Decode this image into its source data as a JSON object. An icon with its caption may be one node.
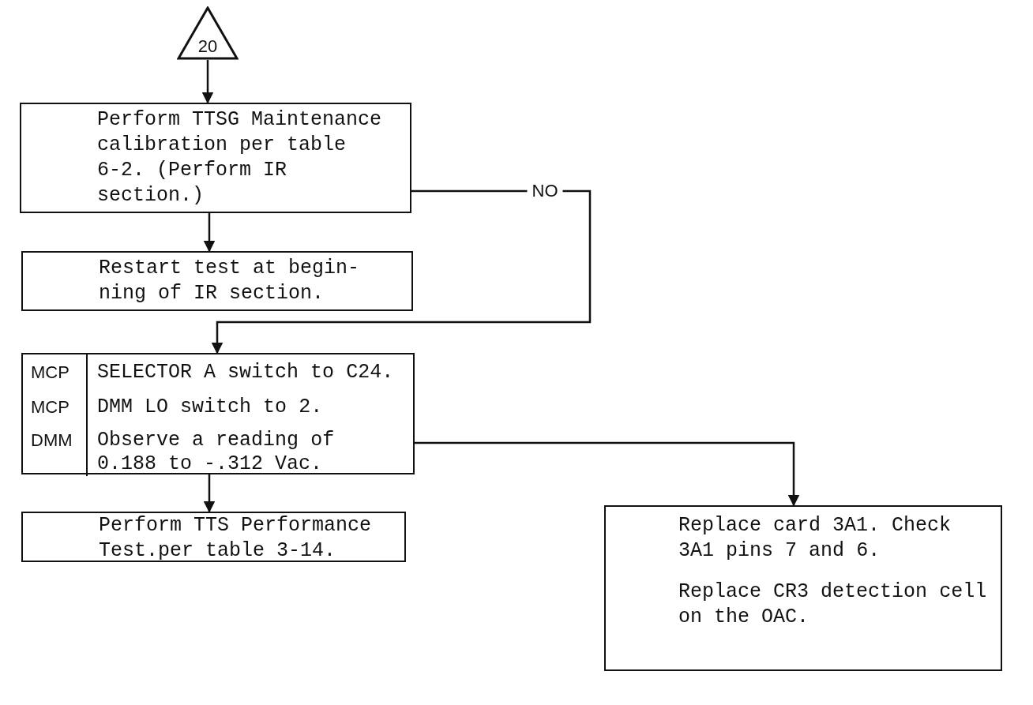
{
  "diagram": {
    "nodes": [
      {
        "text": [
          "20"
        ]
      },
      {
        "text": [
          "Perform TTSG Maintenance calibration per table 6-2. (Perform IR section.)"
        ]
      },
      {
        "text": [
          "Restart test at begin- ning of IR section."
        ]
      },
      {
        "text": [
          "MCP",
          "SELECTOR A switch to C24.",
          "MCP",
          "DMM LO switch to 2.",
          "DMM",
          "Observe a reading of 0.188 to -.312 Vac."
        ]
      },
      {
        "text": [
          "Perform TTS Performance Test.per table 3-14."
        ]
      },
      {
        "text": [
          "Replace card 3A1. Check 3A1 pins 7 and 6.",
          "Replace CR3 detection cell on the OAC."
        ]
      }
    ],
    "edges": [
      {
        "from": 0,
        "to": 1,
        "arrow": "to"
      },
      {
        "from": 1,
        "to": 2,
        "arrow": "to"
      },
      {
        "from": 1,
        "to": 3,
        "arrow": "to",
        "label": "NO"
      },
      {
        "from": 3,
        "to": 4,
        "arrow": "to"
      },
      {
        "from": 3,
        "to": 5,
        "arrow": "to"
      }
    ]
  }
}
